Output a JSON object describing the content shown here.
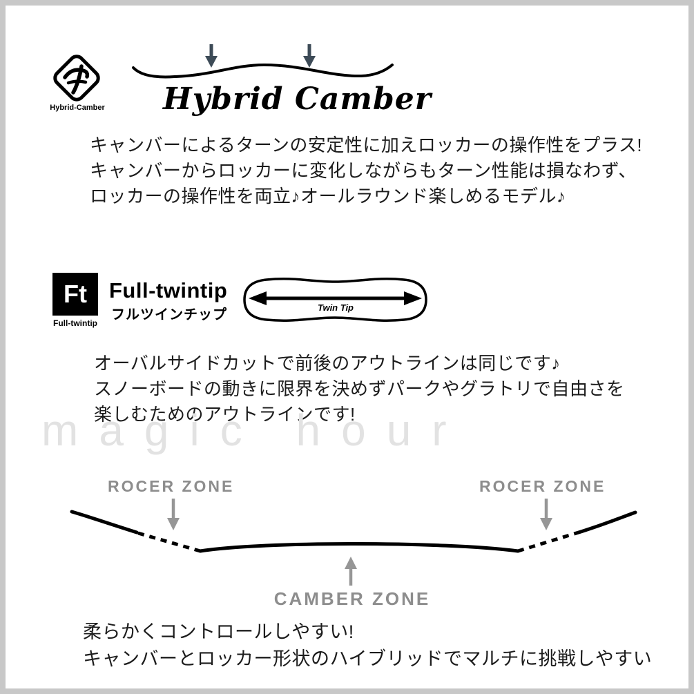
{
  "hybrid_camber": {
    "logo_caption": "Hybrid-Camber",
    "title": "Hybrid Camber",
    "description_lines": [
      "キャンバーによるターンの安定性に加えロッカーの操作性をプラス!",
      "キャンバーからロッカーに変化しながらもターン性能は損なわず、",
      "ロッカーの操作性を両立♪オールラウンド楽しめるモデル♪"
    ]
  },
  "full_twintip": {
    "logo_text": "Ft",
    "logo_caption": "Full-twintip",
    "title": "Full-twintip",
    "subtitle": "フルツインチップ",
    "oval_label": "Twin Tip",
    "description_lines": [
      "オーバルサイドカットで前後のアウトラインは同じです♪",
      "スノーボードの動きに限界を決めずパークやグラトリで自由さを",
      "楽しむためのアウトラインです!"
    ]
  },
  "watermark": "magic hour",
  "board_profile": {
    "rocker_zone_left": "ROCER ZONE",
    "rocker_zone_right": "ROCER ZONE",
    "camber_zone": "CAMBER ZONE",
    "description_lines": [
      "柔らかくコントロールしやすい!",
      "キャンバーとロッカー形状のハイブリッドでマルチに挑戦しやすい"
    ]
  },
  "colors": {
    "frame": "#c8c8c8",
    "arrow_dark": "#3d4b57",
    "arrow_gray": "#969696",
    "zone_gray": "#8d8d8d",
    "watermark_gray": "#e2e2e2"
  }
}
